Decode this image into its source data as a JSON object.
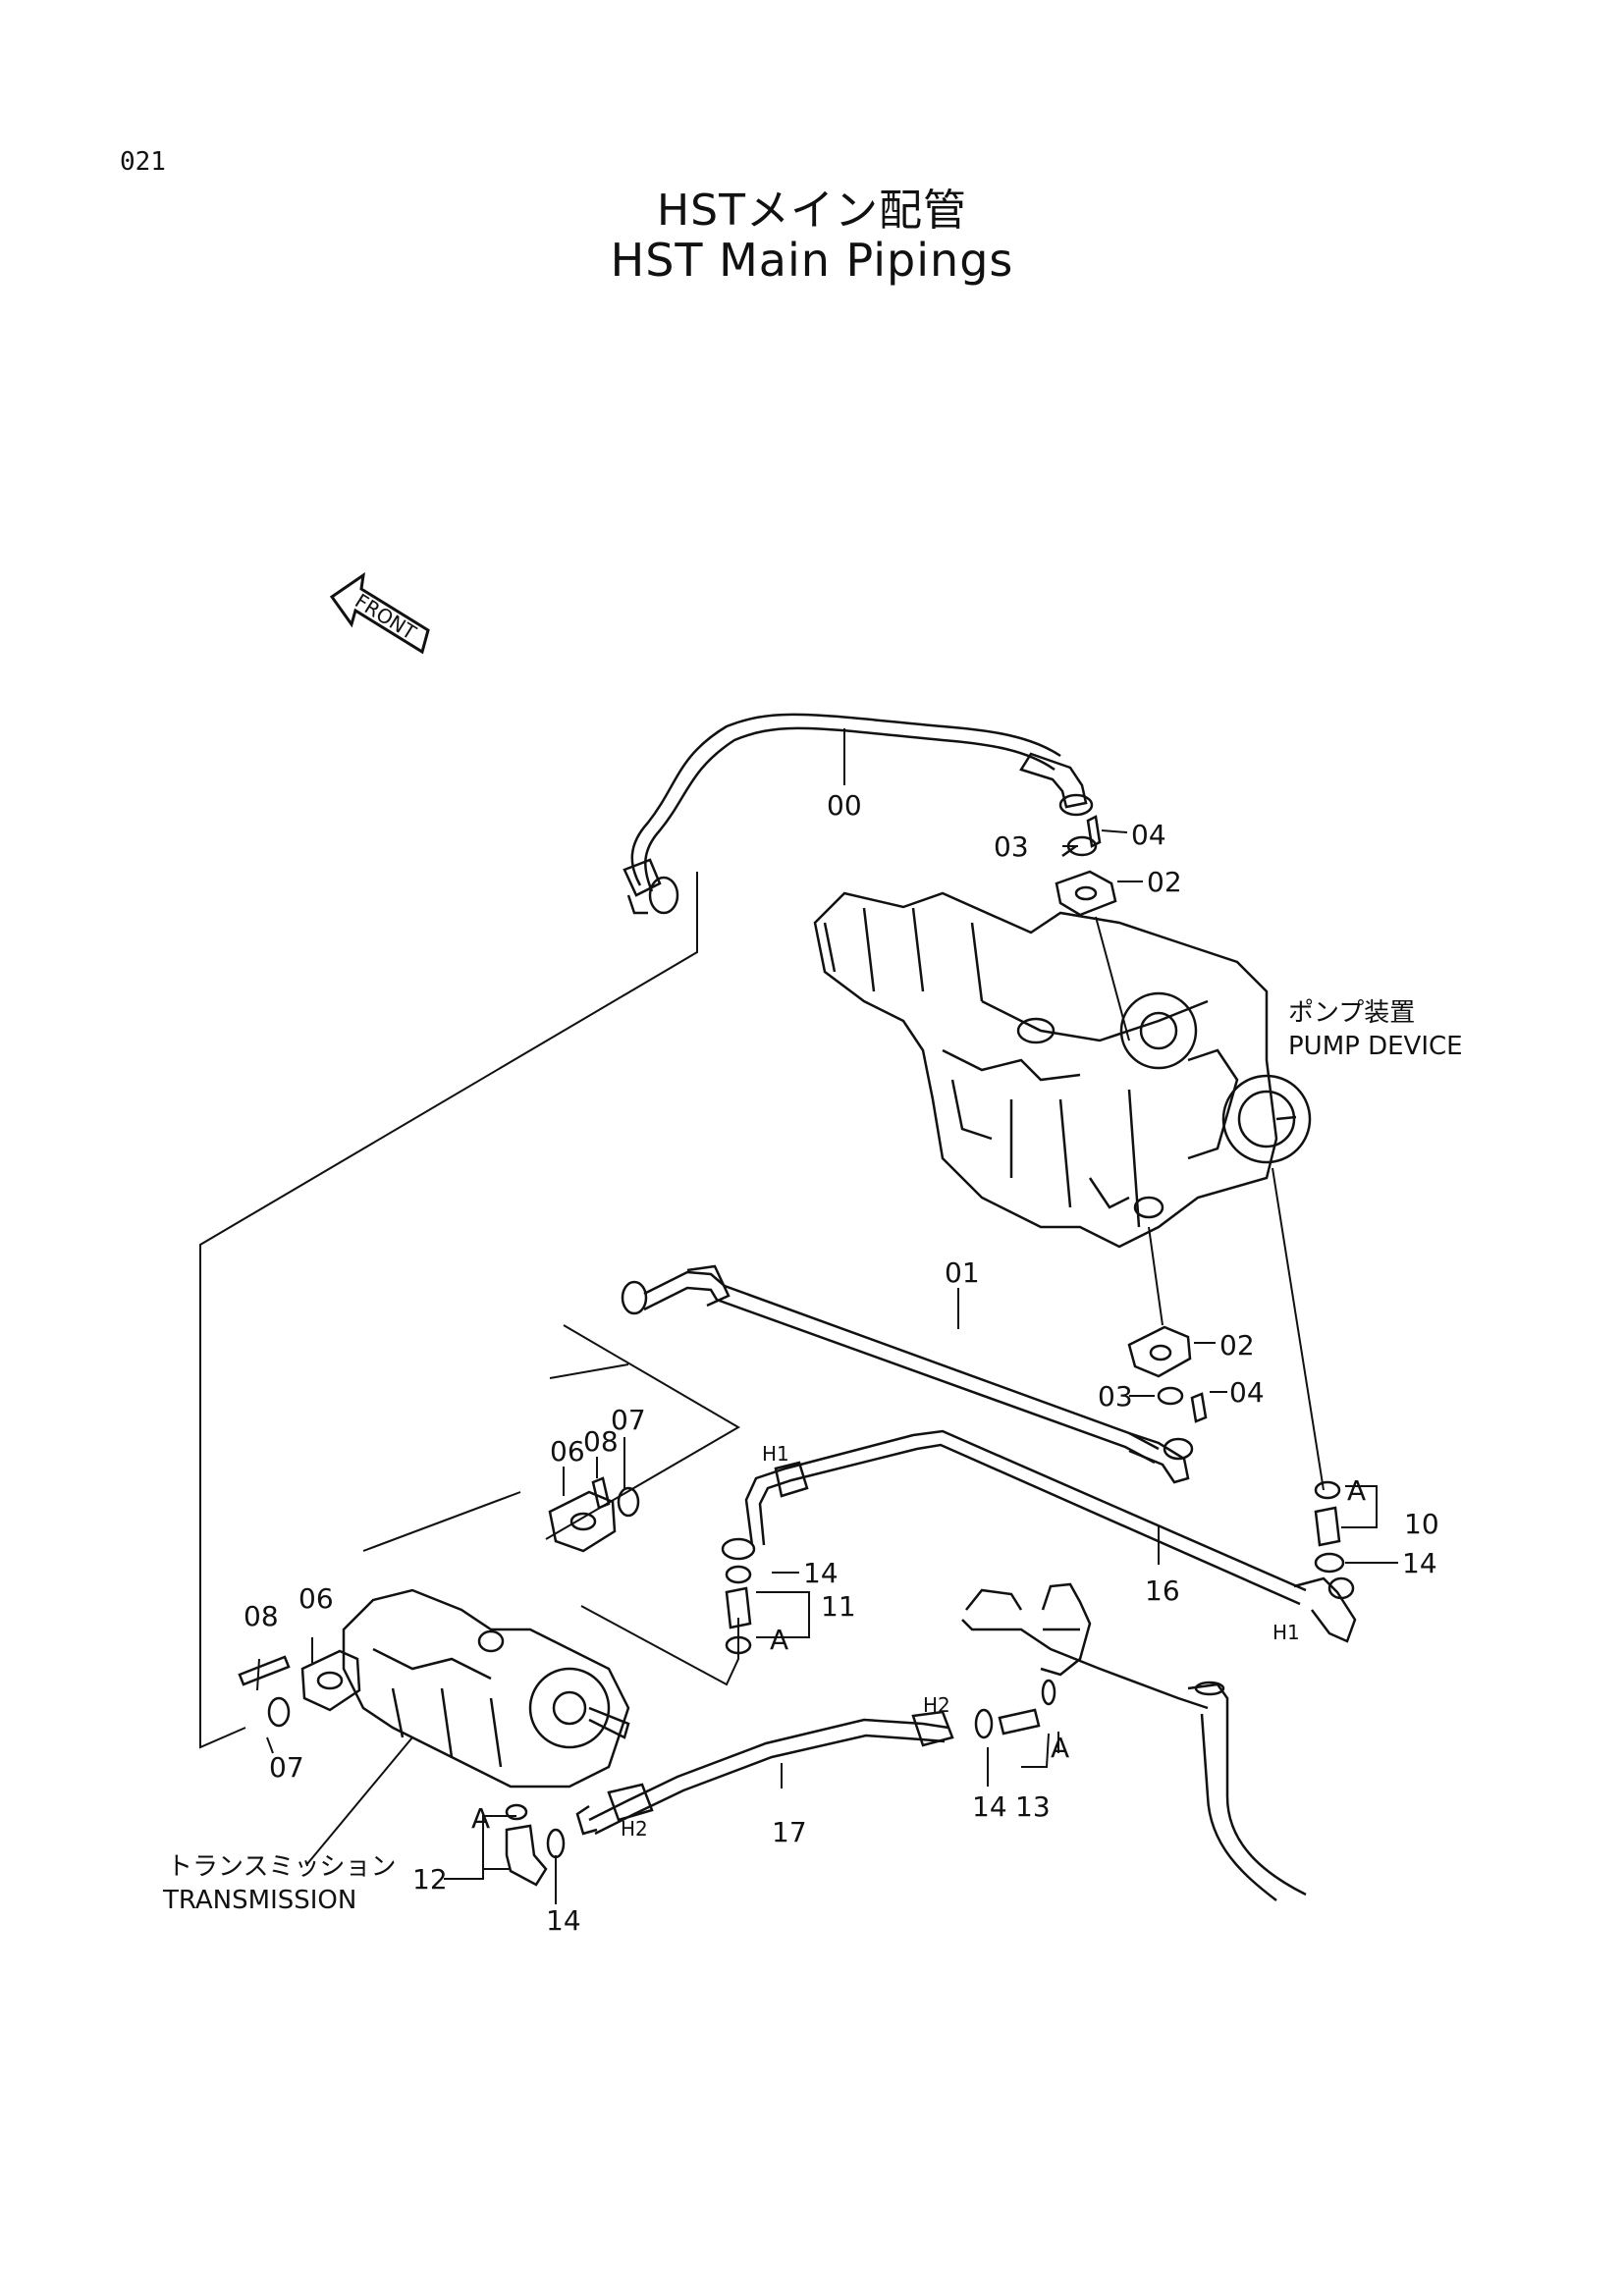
{
  "page": {
    "number": "021"
  },
  "title": {
    "japanese": "HSTメイン配管",
    "english": "HST Main Pipings"
  },
  "front_arrow": {
    "text": "FRONT",
    "icon": "front-arrow-icon"
  },
  "assemblies": {
    "pump": {
      "jp": "ポンプ装置",
      "en": "PUMP DEVICE"
    },
    "transmission": {
      "jp": "トランスミッション",
      "en": "TRANSMISSION"
    }
  },
  "callouts": {
    "c00": "00",
    "c01": "01",
    "c02a": "02",
    "c03a": "03",
    "c04a": "04",
    "c02b": "02",
    "c03b": "03",
    "c04b": "04",
    "c06a": "06",
    "c07a": "07",
    "c08a": "08",
    "c06b": "06",
    "c07b": "07",
    "c08b": "08",
    "c10": "10",
    "c11": "11",
    "c12": "12",
    "c13": "13",
    "c14a": "14",
    "c14b": "14",
    "c14c": "14",
    "c14d": "14",
    "c16": "16",
    "c17": "17"
  },
  "markers": {
    "A1": "A",
    "A2": "A",
    "A3": "A",
    "A4": "A",
    "H1a": "H1",
    "H1b": "H1",
    "H2a": "H2",
    "H2b": "H2"
  }
}
